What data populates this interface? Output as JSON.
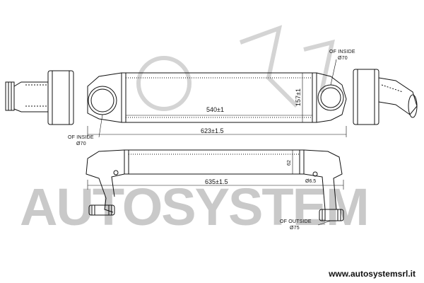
{
  "dimensions": {
    "core_width": "540±1",
    "core_height": "157±1",
    "overall_length_top": "623±1.5",
    "overall_length_bottom": "635±1.5",
    "core_depth": "62",
    "bracket_hole": "Ø6.5"
  },
  "notes": {
    "top_right_label": "OF INSIDE",
    "top_right_value": "Ø70",
    "left_label": "OF INSIDE",
    "left_value": "Ø70",
    "bottom_label": "OF OUTSIDE",
    "bottom_value": "Ø75"
  },
  "watermark": "AUTOSYSTEM",
  "website": "www.autosystemsrl.it",
  "colors": {
    "line": "#111111",
    "watermark": "#c9c9c9"
  }
}
